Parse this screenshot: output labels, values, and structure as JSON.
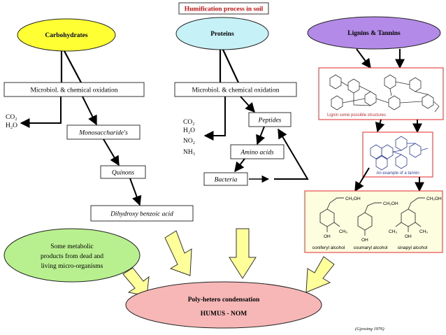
{
  "title": "Humification process in soil",
  "sources": {
    "carbohydrates": "Carbohydrates",
    "proteins": "Proteins",
    "lignins": "Lignins & Tannins"
  },
  "carb_path": {
    "oxidation": "Microbiol. & chemical oxidation",
    "co2": "CO₂",
    "h2o": "H₂O",
    "monosaccharides": "Monosaccharide's",
    "quinons": "Quinons",
    "dihydroxy": "Dihydroxy benzoic acid"
  },
  "prot_path": {
    "oxidation": "Microbiol. & chemical oxidation",
    "co2": "CO₂",
    "h2o": "H₂O",
    "no2": "NO₂",
    "nh3": "NH₃",
    "peptides": "Peptides",
    "amino_acids": "Amino acids",
    "bacteria": "Bacteria"
  },
  "lignin_path": {
    "lignin_caption": "Lignin some possible structures",
    "tannin_caption": "An example of a tannin",
    "alcohols": [
      "coniferyl alcohol",
      "coumaryl alcohol",
      "sinapyl alcohol"
    ],
    "ch2oh": "CH₂OH",
    "oh": "OH",
    "ch3": "CH₃"
  },
  "metabolic": {
    "line1": "Some metabolic",
    "line2": "products from dead and",
    "line3": "living micro-organisms"
  },
  "result": {
    "line1": "Poly-hetero condensation",
    "line2": "HUMUS - NOM"
  },
  "citation": "(Gjessing 1976)",
  "colors": {
    "carbohydrates": "#ffff33",
    "proteins": "#c6f1f7",
    "lignins": "#b38ae8",
    "metabolic": "#b8f08f",
    "result": "#f7b7b7",
    "arrow_fill": "#ffff99",
    "alcohol_panel": "#fdfde0",
    "frame_red": "#e84a4a"
  }
}
